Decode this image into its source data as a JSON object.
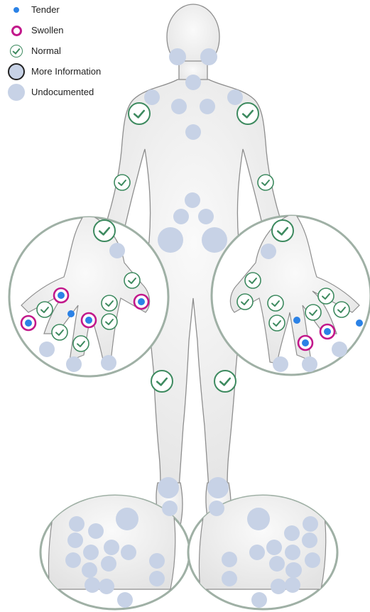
{
  "legend": {
    "tender": "Tender",
    "swollen": "Swollen",
    "normal": "Normal",
    "more_info": "More Information",
    "undocumented": "Undocumented"
  },
  "colors": {
    "tender": "#2B82E6",
    "swollen": "#C2188B",
    "normal": "#3D8A5F",
    "more_info_border": "#222222",
    "undocumented": "#C7D2E6",
    "body_fill": "#ECECEC",
    "body_outline": "#8A8A8A",
    "zoom_circle_outline": "#9FB0A5"
  },
  "joints": {
    "body": {
      "jaw-left": "undocumented",
      "jaw-right": "undocumented",
      "neck": "undocumented",
      "acromioclavicular-right": "undocumented",
      "acromioclavicular-left": "undocumented",
      "sternoclavicular-right": "undocumented",
      "sternoclavicular-left": "undocumented",
      "shoulder-right": "normal",
      "shoulder-left": "normal",
      "sternum": "undocumented",
      "elbow-right": "normal",
      "elbow-left": "normal",
      "lumbar": "undocumented",
      "sacroiliac-right": "undocumented",
      "sacroiliac-left": "undocumented",
      "hip-right": "undocumented",
      "hip-left": "undocumented",
      "knee-right": "normal",
      "knee-left": "normal",
      "ankle-right": "undocumented",
      "ankle-left": "undocumented",
      "subtalar-right": "undocumented",
      "subtalar-left": "undocumented"
    },
    "right_hand": {
      "wrist": "normal",
      "cmc": "undocumented",
      "thumb-mcp": "normal",
      "thumb-ip": "swollen-tender",
      "index-mcp": "tender",
      "index-pip": "swollen-tender",
      "index-dip": "normal",
      "middle-mcp": "normal",
      "middle-pip": "normal",
      "middle-dip": "undocumented",
      "ring-mcp": "normal",
      "ring-pip": "swollen-tender",
      "ring-dip": "undocumented",
      "little-mcp": "swollen-tender",
      "little-pip": "normal",
      "little-dip": "undocumented"
    },
    "left_hand": {
      "wrist": "normal",
      "cmc": "undocumented",
      "thumb-mcp": "normal",
      "thumb-ip": "normal",
      "index-mcp": "tender",
      "index-pip": "swollen-tender",
      "index-dip": "undocumented",
      "middle-mcp": "normal",
      "middle-pip": "swollen-tender",
      "middle-dip": "undocumented",
      "ring-mcp": "normal",
      "ring-pip": "normal",
      "ring-dip": "undocumented",
      "little-mcp": "normal",
      "little-pip": "normal",
      "little-dip": "tender"
    },
    "feet": "undocumented"
  }
}
